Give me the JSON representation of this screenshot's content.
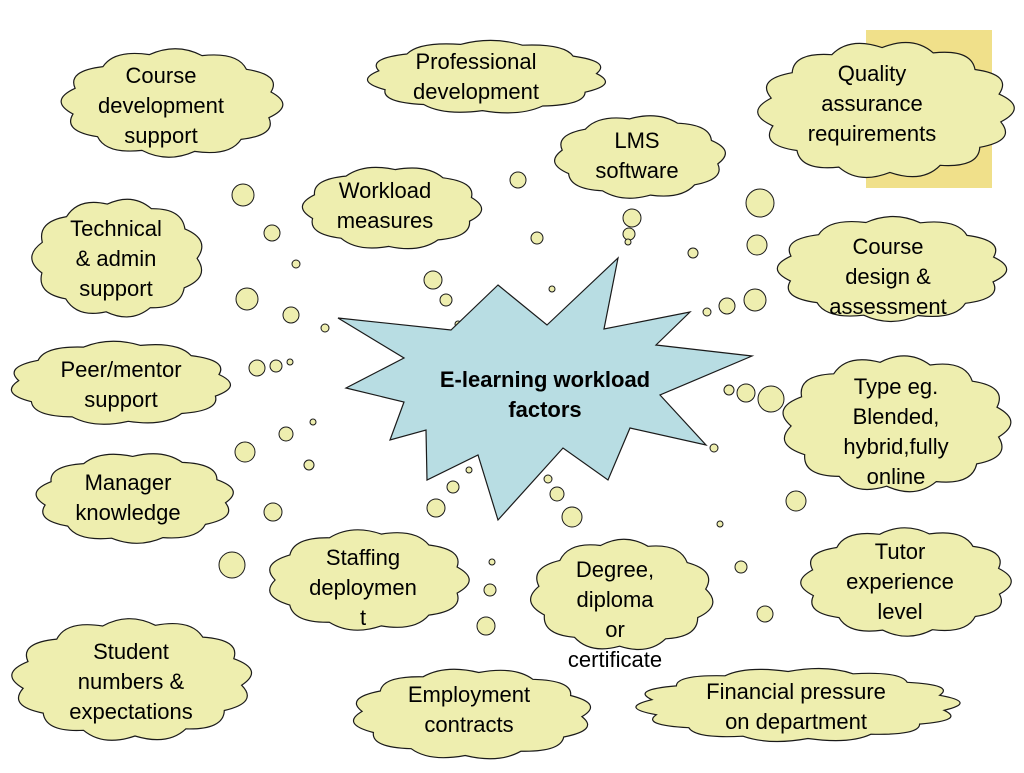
{
  "colors": {
    "cloud": "#eeeeaf",
    "burst": "#b8dde3",
    "accent": "#f0e08a",
    "stroke": "#1a1a1a"
  },
  "central": {
    "label": "E-learning workload\nfactors"
  },
  "factors": [
    {
      "id": "course-development-support",
      "label": "Course\ndevelopment\nsupport"
    },
    {
      "id": "professional-development",
      "label": "Professional\ndevelopment"
    },
    {
      "id": "quality-assurance-requirements",
      "label": "Quality\nassurance\nrequirements"
    },
    {
      "id": "lms-software",
      "label": "LMS\nsoftware"
    },
    {
      "id": "workload-measures",
      "label": "Workload\nmeasures"
    },
    {
      "id": "technical-admin-support",
      "label": "Technical\n& admin\nsupport"
    },
    {
      "id": "course-design-assessment",
      "label": "Course\ndesign &\nassessment"
    },
    {
      "id": "peer-mentor-support",
      "label": "Peer/mentor\nsupport"
    },
    {
      "id": "type-blended",
      "label": "Type eg.\nBlended,\nhybrid,fully\nonline"
    },
    {
      "id": "manager-knowledge",
      "label": "Manager\nknowledge"
    },
    {
      "id": "staffing-deployment",
      "label": "Staffing\ndeploymen\nt"
    },
    {
      "id": "degree-diploma-certificate",
      "label": "Degree,\ndiploma\nor\ncertificate"
    },
    {
      "id": "tutor-experience-level",
      "label": "Tutor\nexperience\nlevel"
    },
    {
      "id": "student-numbers-expectations",
      "label": "Student\nnumbers &\nexpectations"
    },
    {
      "id": "employment-contracts",
      "label": "Employment\ncontracts"
    },
    {
      "id": "financial-pressure",
      "label": "Financial pressure\non department"
    }
  ]
}
